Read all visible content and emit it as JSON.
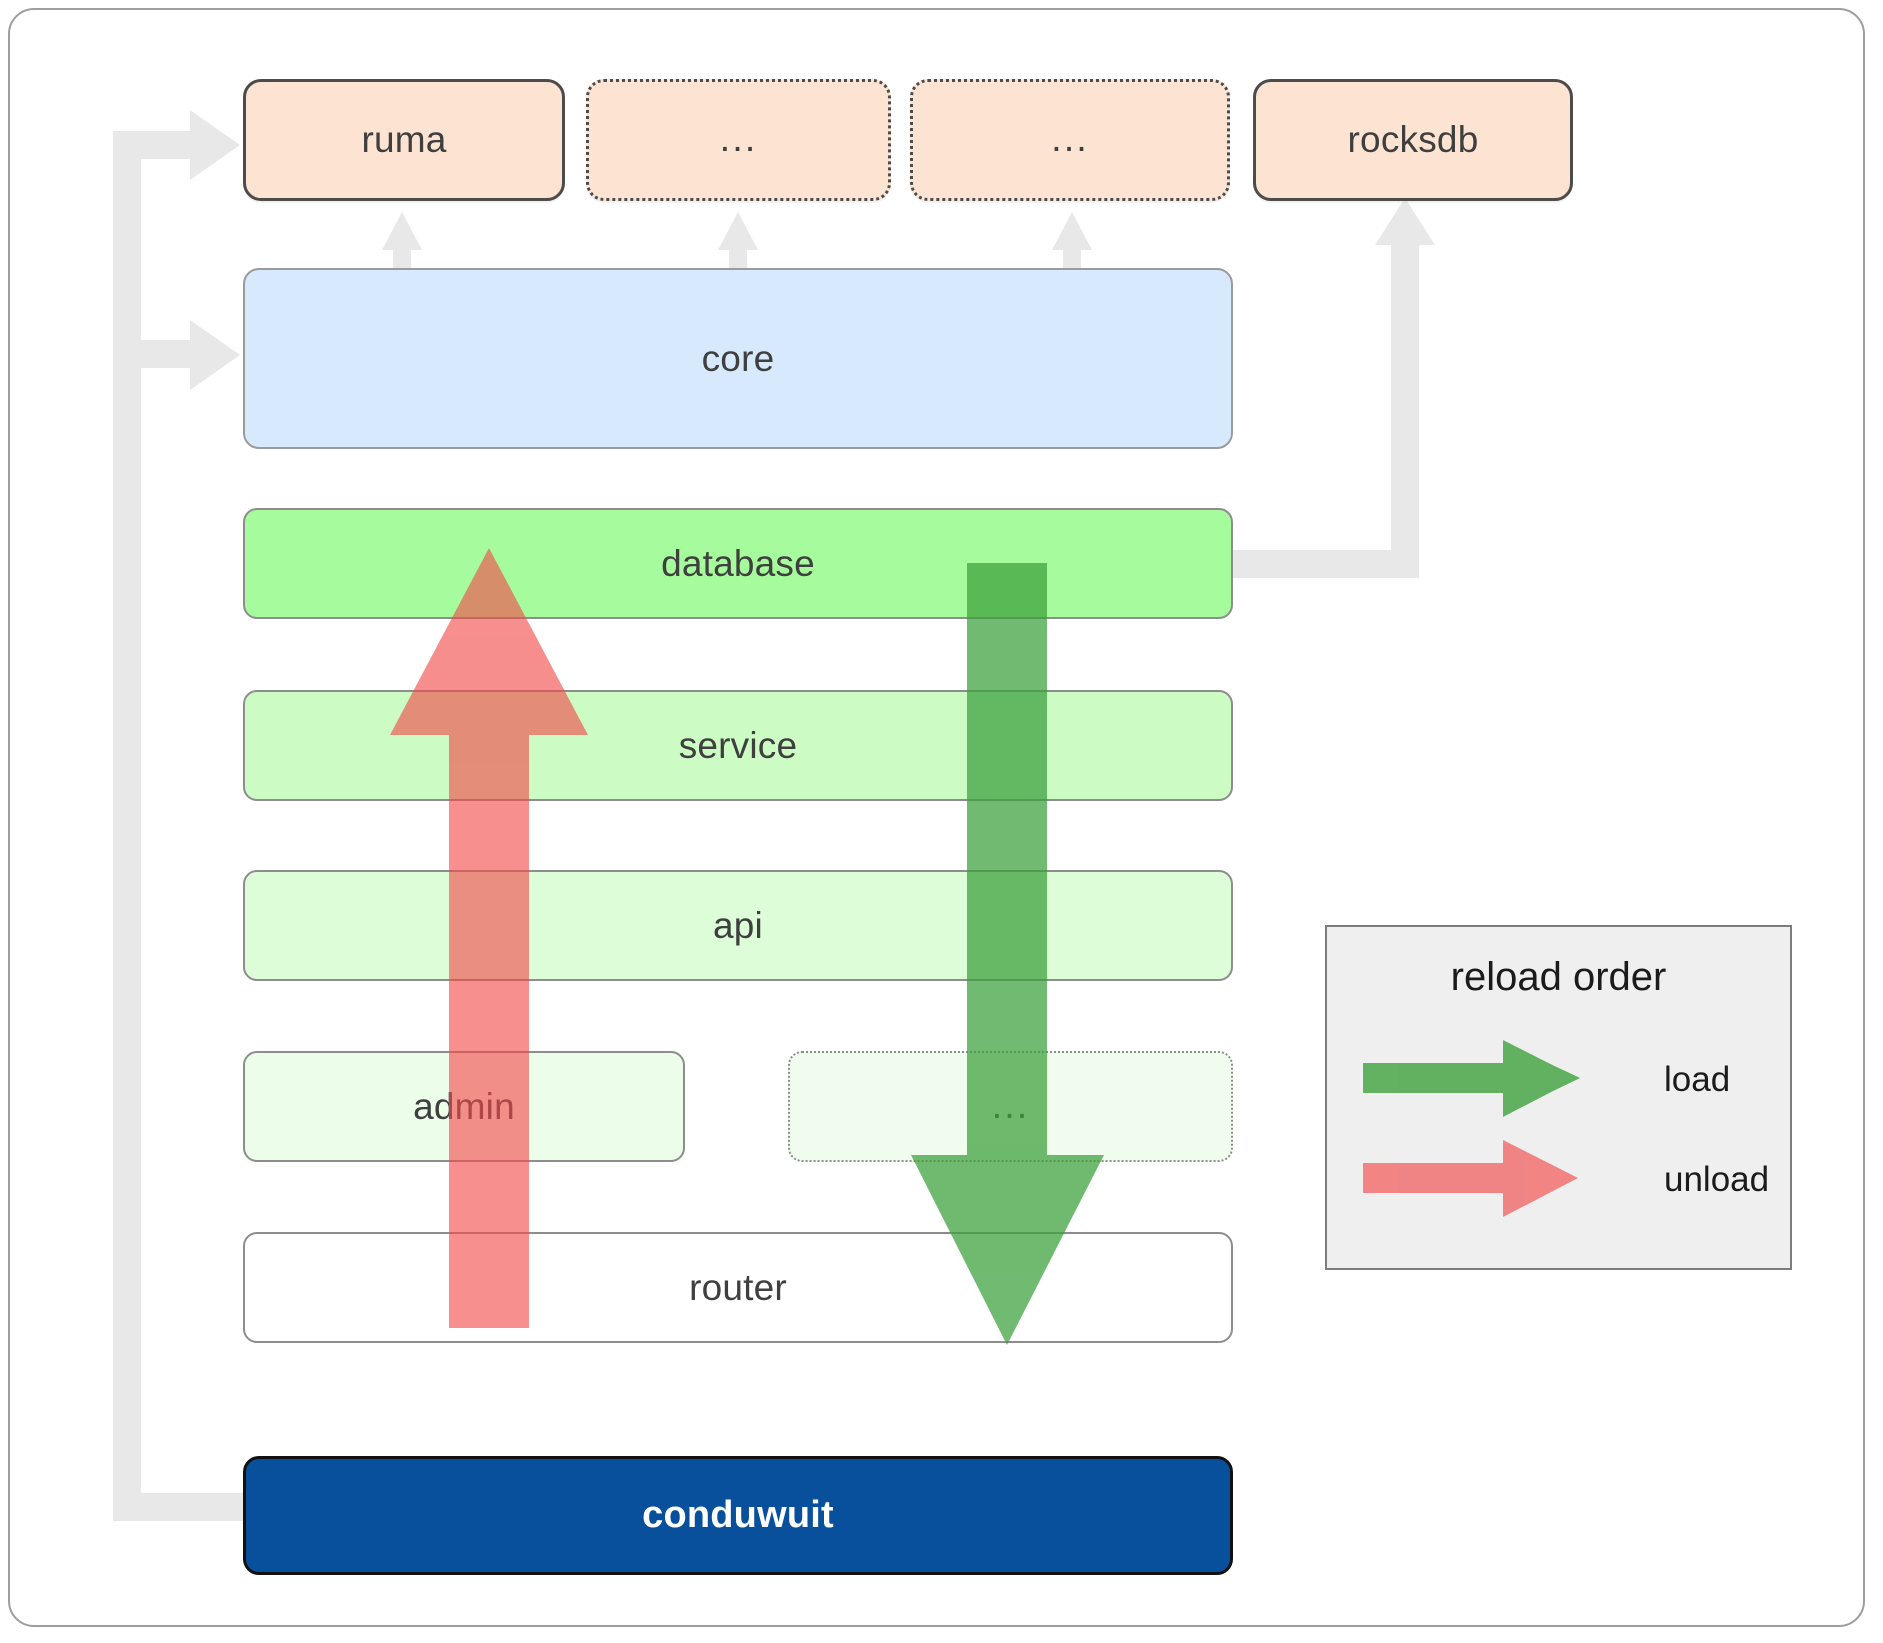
{
  "diagram": {
    "title": "conduwuit crate dependency / reload order diagram",
    "colors": {
      "dependency_fill": "#fde3d2",
      "core_fill": "#d7e9fc",
      "database_fill": "#a6fc9c",
      "service_fill": "#ccfbc4",
      "api_fill": "#ddfcd8",
      "admin_fill": "#ecfdea",
      "router_fill": "#ffffff",
      "root_fill": "#09509c",
      "load_arrow": "#4caf50",
      "unload_arrow": "#f77b7b",
      "connector_arrow": "#e6e6e6",
      "legend_bg": "#efefef"
    }
  },
  "dependencies": [
    {
      "label": "ruma",
      "style": "solid"
    },
    {
      "label": "...",
      "style": "dotted"
    },
    {
      "label": "...",
      "style": "dotted"
    },
    {
      "label": "rocksdb",
      "style": "solid"
    }
  ],
  "layers": [
    {
      "label": "core",
      "style": "solid"
    },
    {
      "label": "database",
      "style": "solid"
    },
    {
      "label": "service",
      "style": "solid"
    },
    {
      "label": "api",
      "style": "solid"
    },
    {
      "label": "admin",
      "style": "solid"
    },
    {
      "label": "...",
      "style": "dotted"
    },
    {
      "label": "router",
      "style": "solid"
    }
  ],
  "root": {
    "label": "conduwuit"
  },
  "legend": {
    "title": "reload order",
    "items": [
      {
        "label": "load",
        "color": "#4caf50"
      },
      {
        "label": "unload",
        "color": "#f77b7b"
      }
    ]
  }
}
